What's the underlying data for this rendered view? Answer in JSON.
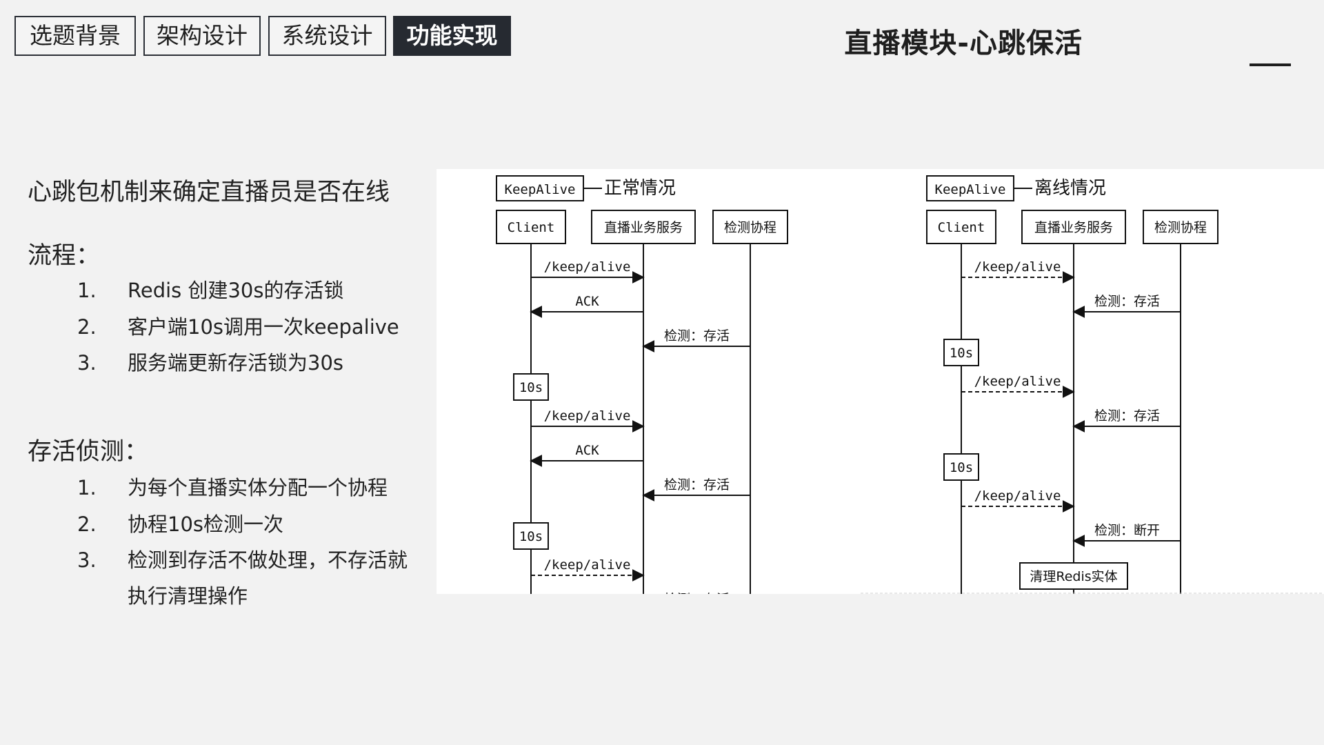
{
  "tabs": [
    {
      "label": "选题背景"
    },
    {
      "label": "架构设计"
    },
    {
      "label": "系统设计"
    },
    {
      "label": "功能实现"
    }
  ],
  "slide_title": "直播模块-心跳保活",
  "headline": "心跳包机制来确定直播员是否在线",
  "flow": {
    "label": "流程：",
    "items": [
      {
        "num": "1.",
        "text": "Redis 创建30s的存活锁"
      },
      {
        "num": "2.",
        "text": "客户端10s调用一次keepalive"
      },
      {
        "num": "3.",
        "text": "服务端更新存活锁为30s"
      }
    ]
  },
  "detect": {
    "label": "存活侦测：",
    "items": [
      {
        "num": "1.",
        "text": "为每个直播实体分配一个协程"
      },
      {
        "num": "2.",
        "text": "协程10s检测一次"
      },
      {
        "num": "3.",
        "text": "检测到存活不做处理，不存活就",
        "cont": "执行清理操作"
      }
    ]
  },
  "diagrams": {
    "normal": {
      "tag": "KeepAlive",
      "title": "正常情况",
      "participants": [
        "Client",
        "直播业务服务",
        "检测协程"
      ],
      "messages": [
        {
          "from": 0,
          "to": 1,
          "label": "/keep/alive",
          "dashed": false
        },
        {
          "from": 1,
          "to": 0,
          "label": "ACK",
          "dashed": false
        },
        {
          "from": 2,
          "to": 1,
          "label": "检测：存活",
          "dashed": false
        },
        {
          "wait": "10s"
        },
        {
          "from": 0,
          "to": 1,
          "label": "/keep/alive",
          "dashed": false
        },
        {
          "from": 1,
          "to": 0,
          "label": "ACK",
          "dashed": false
        },
        {
          "from": 2,
          "to": 1,
          "label": "检测：存活",
          "dashed": false
        },
        {
          "wait": "10s"
        },
        {
          "from": 0,
          "to": 1,
          "label": "/keep/alive",
          "dashed": true
        },
        {
          "from": 2,
          "to": 1,
          "label": "检测：存活",
          "dashed": false
        }
      ]
    },
    "offline": {
      "tag": "KeepAlive",
      "title": "离线情况",
      "participants": [
        "Client",
        "直播业务服务",
        "检测协程"
      ],
      "messages": [
        {
          "from": 0,
          "to": 1,
          "label": "/keep/alive",
          "dashed": true
        },
        {
          "from": 2,
          "to": 1,
          "label": "检测：存活",
          "dashed": false
        },
        {
          "wait": "10s"
        },
        {
          "from": 0,
          "to": 1,
          "label": "/keep/alive",
          "dashed": true
        },
        {
          "from": 2,
          "to": 1,
          "label": "检测：存活",
          "dashed": false
        },
        {
          "wait": "10s"
        },
        {
          "from": 0,
          "to": 1,
          "label": "/keep/alive",
          "dashed": true
        },
        {
          "from": 2,
          "to": 1,
          "label": "检测：断开",
          "dashed": false
        },
        {
          "note": "清理Redis实体"
        }
      ]
    }
  }
}
